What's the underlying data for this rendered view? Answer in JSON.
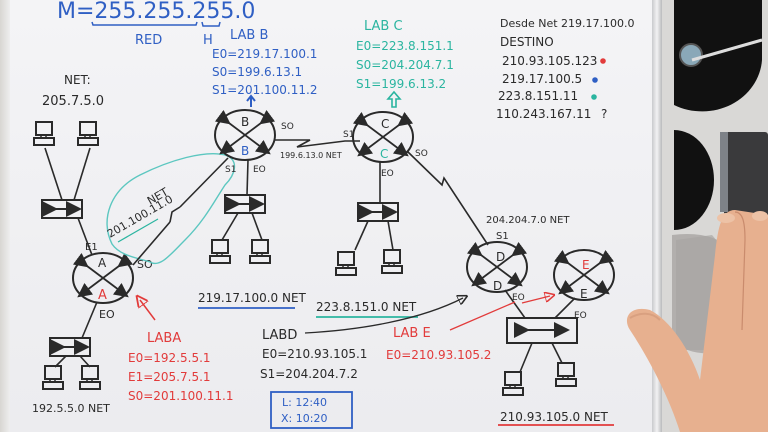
{
  "colors": {
    "black_marker": "#2a2a2a",
    "blue_marker": "#2f5fc4",
    "teal_marker": "#2bb5a0",
    "red_marker": "#e23b3b",
    "board": "#f1f1f3"
  },
  "header": {
    "mask": "M=255.255.255.0",
    "red_label": "RED",
    "host_label": "H"
  },
  "destinations": {
    "title": "Desde Net 219.17.100.0",
    "subtitle": "DESTINO",
    "items": [
      {
        "ip": "210.93.105.123",
        "marker": "red-dot"
      },
      {
        "ip": "219.17.100.5",
        "marker": "blue-dot"
      },
      {
        "ip": "223.8.151.11",
        "marker": "teal-dot"
      },
      {
        "ip": "110.243.167.11",
        "marker": "?"
      }
    ]
  },
  "routers": {
    "A": {
      "name": "A",
      "lab": "LABA",
      "E0": "E0=192.5.5.1",
      "E1": "E1=205.7.5.1",
      "S0": "S0=201.100.11.1"
    },
    "B": {
      "name": "B",
      "lab": "LAB B",
      "E0": "E0=219.17.100.1",
      "S0": "S0=199.6.13.1",
      "S1": "S1=201.100.11.2"
    },
    "C": {
      "name": "C",
      "lab": "LAB C",
      "E0": "E0=223.8.151.1",
      "S0": "S0=204.204.7.1",
      "S1": "S1=199.6.13.2"
    },
    "D": {
      "name": "D",
      "lab": "LABD",
      "E0": "E0=210.93.105.1",
      "S1": "S1=204.204.7.2"
    },
    "E": {
      "name": "E",
      "lab": "LAB E",
      "E0": "E0=210.93.105.2"
    }
  },
  "interfaces": {
    "a_e1": "E1",
    "a_s0": "SO",
    "a_e0": "EO",
    "b_s0": "SO",
    "b_s1": "S1",
    "b_e0": "EO",
    "c_s1": "S1",
    "c_s0": "SO",
    "c_e0": "EO",
    "d_s1": "S1",
    "d_e0": "EO",
    "e_e0": "EO"
  },
  "networks": {
    "net_205": {
      "line1": "NET:",
      "line2": "205.7.5.0"
    },
    "net_201": {
      "line1": "NET",
      "line2": "201.100.11.0"
    },
    "net_199": "199.6.13.0 NET",
    "net_219": "219.17.100.0 NET",
    "net_223": "223.8.151.0 NET",
    "net_204": "204.204.7.0 NET",
    "net_192": "192.5.5.0 NET",
    "net_210": "210.93.105.0 NET"
  },
  "times": {
    "l": "L: 12:40",
    "x": "X: 10:20"
  }
}
